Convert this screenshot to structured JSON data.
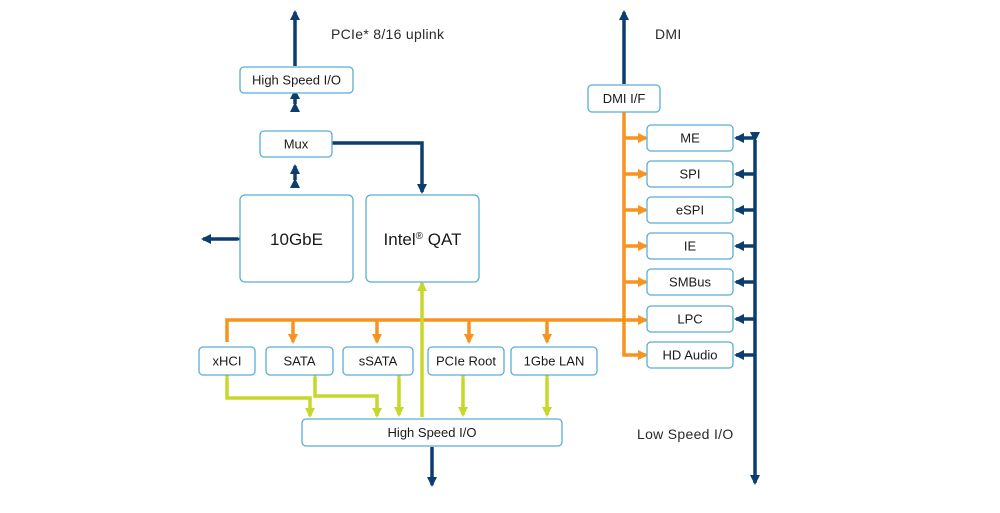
{
  "labels": {
    "uplink": "PCIe* 8/16 uplink",
    "dmi": "DMI",
    "low_speed_io": "Low Speed I/O"
  },
  "boxes": {
    "high_speed_io_top": "High Speed I/O",
    "mux": "Mux",
    "tengbe": "10GbE",
    "intel_qat": "Intel",
    "intel_qat_sup": "®",
    "intel_qat_suffix": " QAT",
    "dmi_if": "DMI I/F",
    "me": "ME",
    "spi": "SPI",
    "espi": "eSPI",
    "ie": "IE",
    "smbus": "SMBus",
    "lpc": "LPC",
    "hd_audio": "HD Audio",
    "xhci": "xHCI",
    "sata": "SATA",
    "ssata": "sSATA",
    "pcie_root": "PCIe Root",
    "gbe_lan": "1Gbe LAN",
    "high_speed_io_bottom": "High Speed I/O"
  },
  "colors": {
    "navy_links": "#0b3e6f",
    "orange_links": "#f7931e",
    "lime_links": "#c5d82b",
    "box_border": "#5aaed3"
  }
}
